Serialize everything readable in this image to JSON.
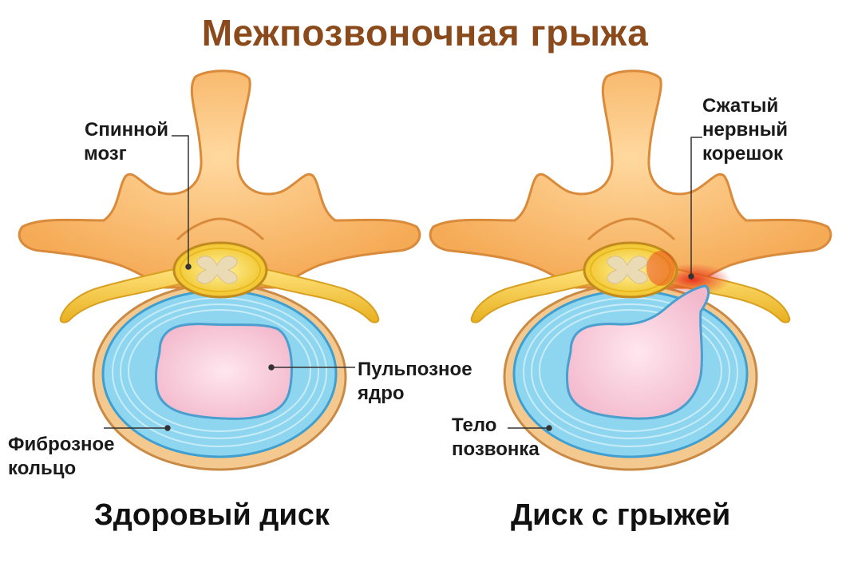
{
  "title": "Межпозвоночная грыжа",
  "labels": {
    "spinal_cord": [
      "Спинной",
      "мозг"
    ],
    "pinched_nerve_root": [
      "Сжатый",
      "нервный",
      "корешок"
    ],
    "nucleus_pulposus": [
      "Пульпозное",
      "ядро"
    ],
    "annulus_fibrosus": [
      "Фиброзное",
      "кольцо"
    ],
    "vertebral_body": [
      "Тело",
      "позвонка"
    ]
  },
  "captions": {
    "healthy": "Здоровый диск",
    "herniated": "Диск с грыжей"
  },
  "colors": {
    "title": "#8a4a1c",
    "bone": "#f7b868",
    "bone_outline": "#d98a3a",
    "bone_light": "#ffd9a0",
    "nerve": "#f4c430",
    "spinal_cord": "#f2c530",
    "grey_matter": "#e9d5a8",
    "annulus": "#8ed6f0",
    "annulus_ring": "#5ab6e0",
    "nucleus": "#f7c9d9",
    "inflamed": "#e8331f"
  }
}
